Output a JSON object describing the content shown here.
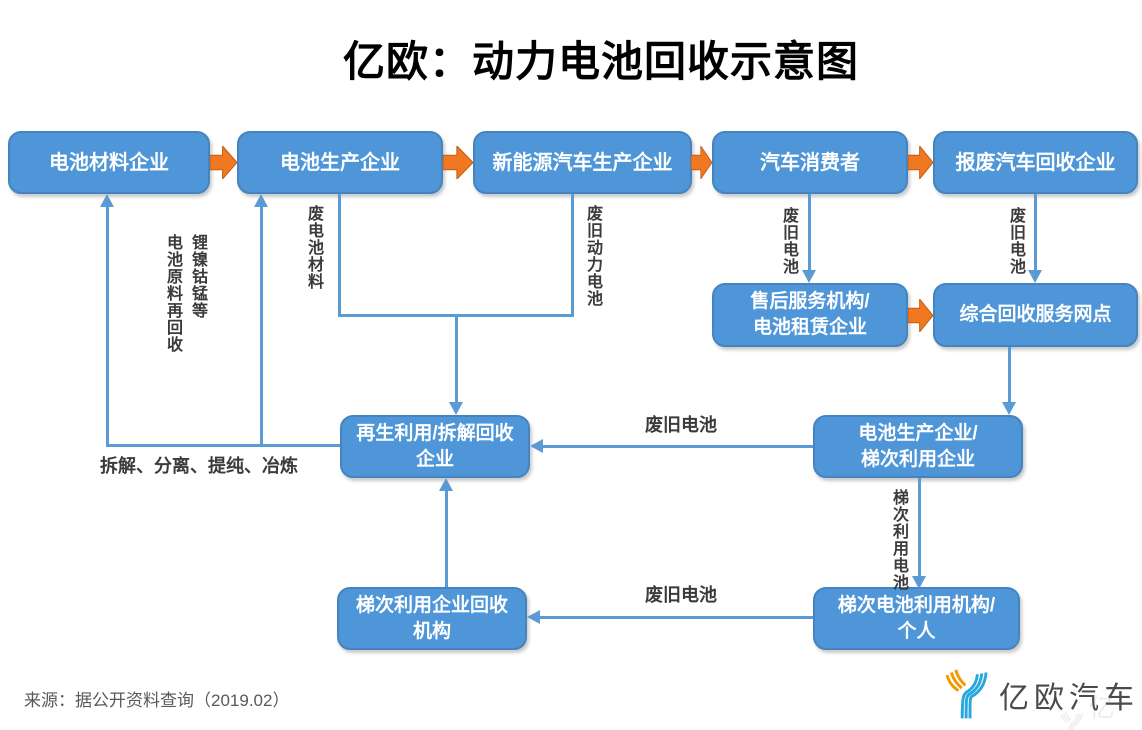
{
  "title": "亿欧：动力电池回收示意图",
  "source": "来源：据公开资料查询（2019.02）",
  "logo": {
    "text": "亿欧汽车",
    "watermark_text": "亿欧"
  },
  "colors": {
    "box_fill": "#4E96D8",
    "box_border": "#4584BE",
    "connector_blue": "#5B9BD5",
    "arrow_orange": "#F07820",
    "arrow_orange_border": "#C55A11",
    "label_dark": "#3B3B3B",
    "source_gray": "#595959",
    "logo_blue": "#29A7DF",
    "logo_orange": "#F39800"
  },
  "nodes": [
    {
      "id": "battery-materials-company",
      "label": "电池材料企业"
    },
    {
      "id": "battery-producer",
      "label": "电池生产企业"
    },
    {
      "id": "nev-producer",
      "label": "新能源汽车生产企业"
    },
    {
      "id": "car-consumer",
      "label": "汽车消费者"
    },
    {
      "id": "scrap-car-recycler",
      "label": "报废汽车回收企业"
    },
    {
      "id": "after-sales-battery-leasing",
      "label": "售后服务机构/\n电池租赁企业"
    },
    {
      "id": "recycle-service-network",
      "label": "综合回收服务网点"
    },
    {
      "id": "regeneration-dismantling",
      "label": "再生利用/拆解回收\n企业"
    },
    {
      "id": "producer-cascade-company",
      "label": "电池生产企业/\n梯次利用企业"
    },
    {
      "id": "cascade-company-recycler",
      "label": "梯次利用企业回收\n机构"
    },
    {
      "id": "cascade-user-individual",
      "label": "梯次电池利用机构/\n个人"
    }
  ],
  "edge_labels": {
    "recycled_raw_materials": "锂镍钴锰等\n电池原料再回收",
    "waste_battery_materials": "废电池材料",
    "waste_power_battery": "废旧动力电池",
    "waste_battery_consumer": "废旧电池",
    "waste_battery_scrap": "废旧电池",
    "dismantle_process": "拆解、分离、提纯、冶炼",
    "waste_battery_mid": "废旧电池",
    "cascade_use_battery": "梯次利用电池",
    "waste_battery_bottom": "废旧电池"
  }
}
